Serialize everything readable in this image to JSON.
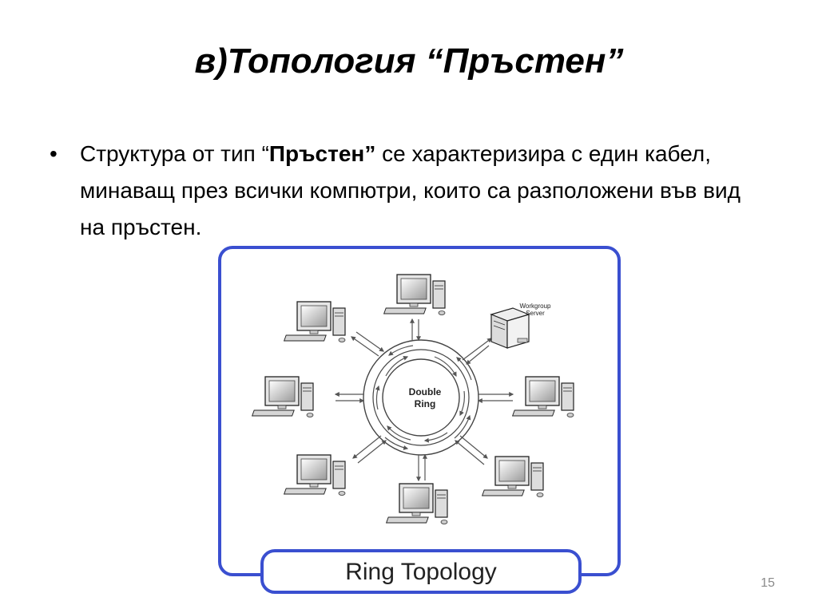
{
  "slide": {
    "title": "в)Топология “Пръстен”",
    "number": "15"
  },
  "bullet": {
    "text_before": "Структура от тип “",
    "bold": "Пръстен”",
    "text_after": " се характеризира с един кабел, минаващ през всички компютри, които са разположени във вид на пръстен."
  },
  "diagram": {
    "center_label_line1": "Double",
    "center_label_line2": "Ring",
    "server_label_line1": "Workgroup",
    "server_label_line2": "Server",
    "caption": "Ring Topology",
    "frame_color": "#3a4fd0"
  }
}
